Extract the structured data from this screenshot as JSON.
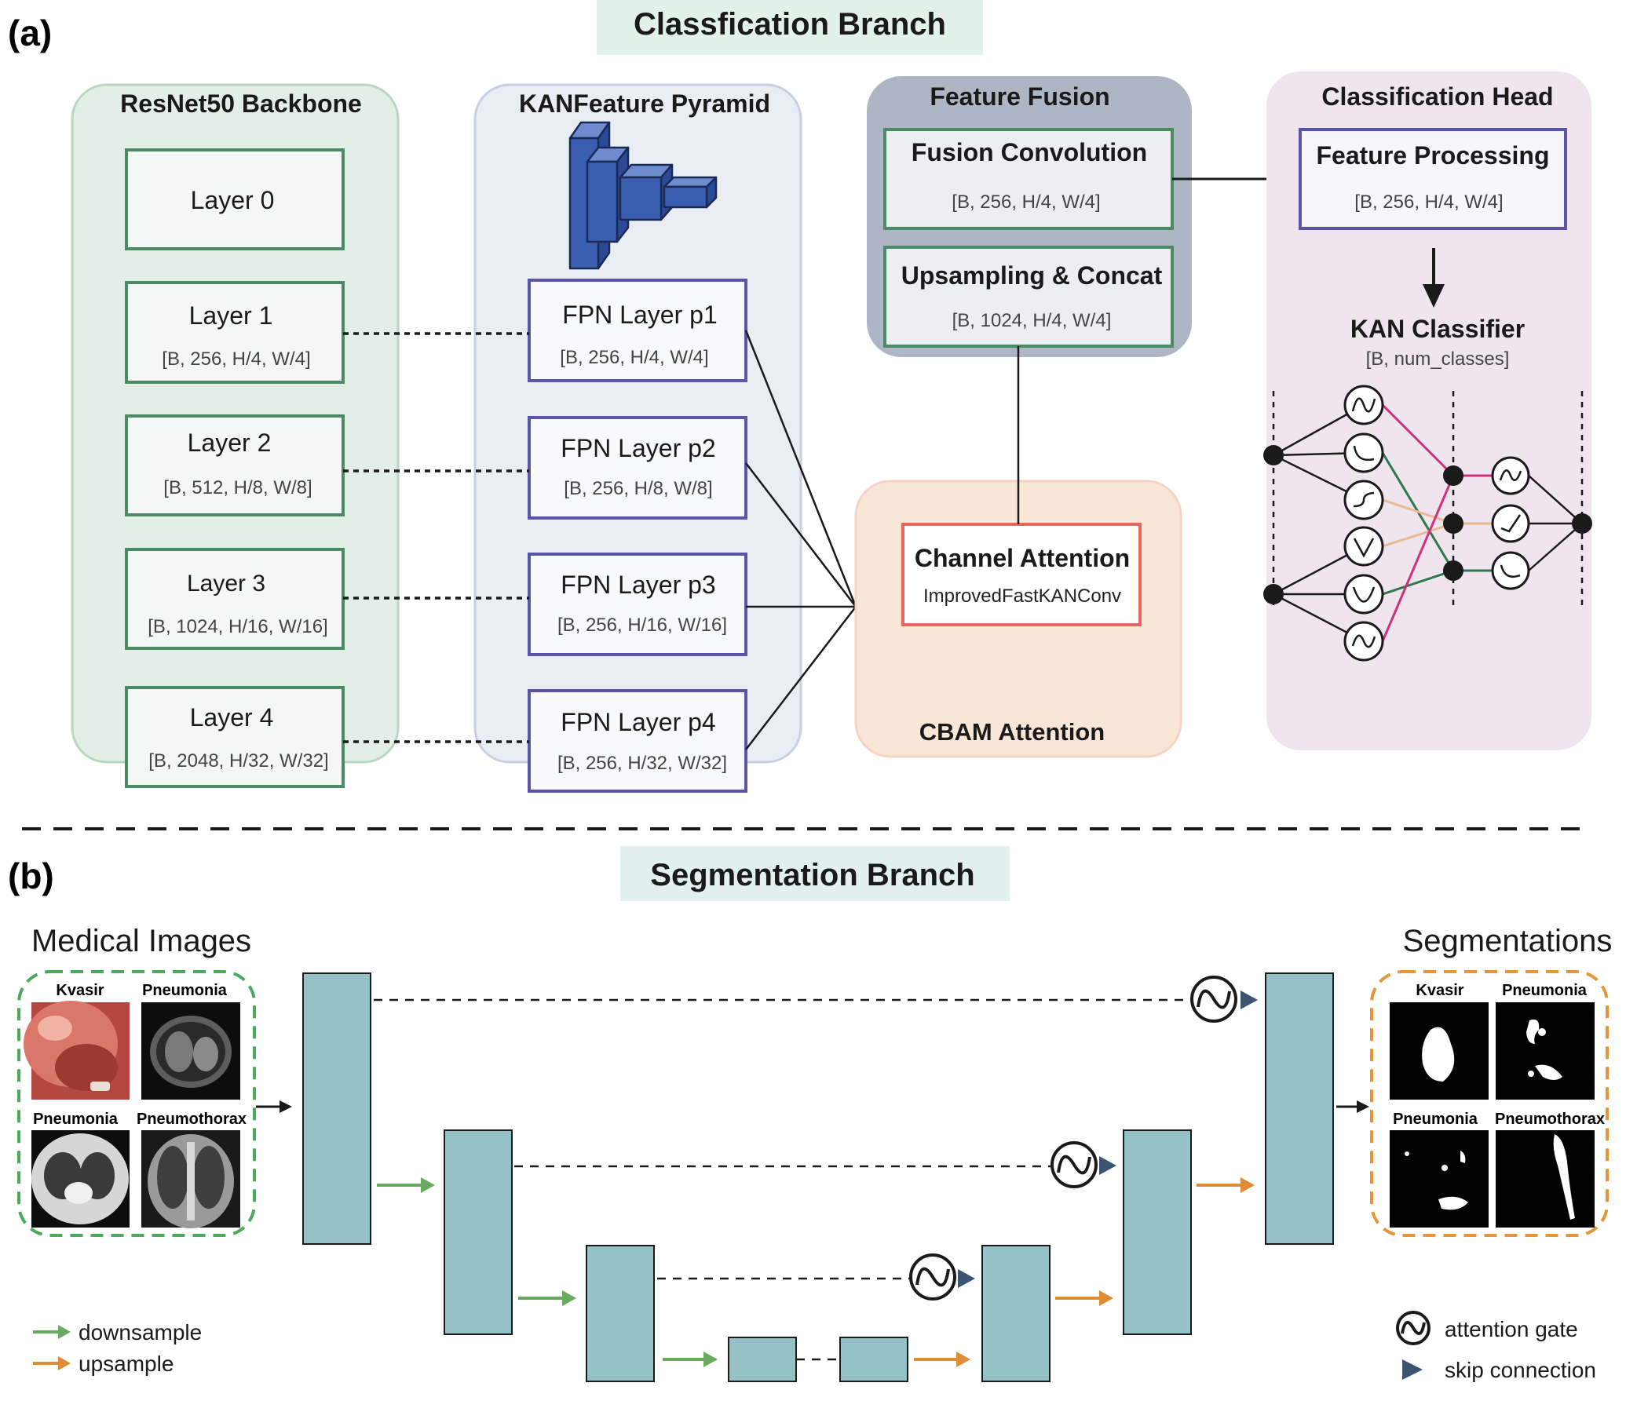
{
  "panel_a": {
    "letter": "(a)",
    "banner": "Classfication Branch",
    "backbone": {
      "title": "ResNet50 Backbone",
      "layers": [
        {
          "name": "Layer 0",
          "shape": ""
        },
        {
          "name": "Layer 1",
          "shape": "[B, 256, H/4, W/4]"
        },
        {
          "name": "Layer 2",
          "shape": "[B, 512, H/8, W/8]"
        },
        {
          "name": "Layer 3",
          "shape": "[B, 1024, H/16, W/16]"
        },
        {
          "name": "Layer 4",
          "shape": "[B, 2048, H/32, W/32]"
        }
      ]
    },
    "pyramid": {
      "title": "KANFeature Pyramid",
      "layers": [
        {
          "name": "FPN Layer p1",
          "shape": "[B, 256, H/4, W/4]"
        },
        {
          "name": "FPN Layer p2",
          "shape": "[B, 256, H/8, W/8]"
        },
        {
          "name": "FPN Layer p3",
          "shape": "[B, 256, H/16, W/16]"
        },
        {
          "name": "FPN Layer p4",
          "shape": "[B, 256, H/32, W/32]"
        }
      ]
    },
    "fusion": {
      "title": "Feature Fusion",
      "conv": {
        "name": "Fusion Convolution",
        "shape": "[B, 256, H/4, W/4]"
      },
      "upsample": {
        "name": "Upsampling & Concat",
        "shape": "[B, 1024, H/4, W/4]"
      }
    },
    "cbam": {
      "title": "CBAM Attention",
      "channel": {
        "name": "Channel Attention",
        "sub": "ImprovedFastKANConv"
      }
    },
    "head": {
      "title": "Classification Head",
      "processing": {
        "name": "Feature Processing",
        "shape": "[B, 256, H/4, W/4]"
      },
      "classifier": {
        "name": "KAN Classifier",
        "shape": "[B, num_classes]"
      }
    },
    "colors": {
      "backbone_bg": "#e3efe6",
      "backbone_border": "#b9d7bf",
      "green_box": "#4a8a64",
      "pyramid_bg": "#e8eef4",
      "pyramid_border": "#c9cfe3",
      "purple_box": "#5a55a8",
      "fusion_bg": "#aeb6c6",
      "cbam_bg": "#f8e6d6",
      "cbam_border": "#f5d4c4",
      "red_box": "#e8665d",
      "head_bg": "#f0e4ef",
      "cube": "#3b5fb0",
      "magenta": "#d1307a",
      "dark_green": "#2c7a4c",
      "tan": "#e7bb8f"
    }
  },
  "panel_b": {
    "letter": "(b)",
    "banner": "Segmentation Branch",
    "input_title": "Medical Images",
    "output_title": "Segmentations",
    "input_labels": [
      "Kvasir",
      "Pneumonia",
      "Pneumonia",
      "Pneumothorax"
    ],
    "output_labels": [
      "Kvasir",
      "Pneumonia",
      "Pneumonia",
      "Pneumothorax"
    ],
    "legend_left": [
      {
        "label": "downsample",
        "color": "#6aaa5e"
      },
      {
        "label": "upsample",
        "color": "#e08c35"
      }
    ],
    "legend_right": [
      {
        "label": "attention gate",
        "icon": "attention-gate-icon"
      },
      {
        "label": "skip connection",
        "icon": "skip-connection-icon"
      }
    ],
    "colors": {
      "block": "#94c2c6",
      "input_dash": "#4caa5c",
      "output_dash": "#e8953a",
      "skip_arrow": "#3d5372"
    }
  }
}
